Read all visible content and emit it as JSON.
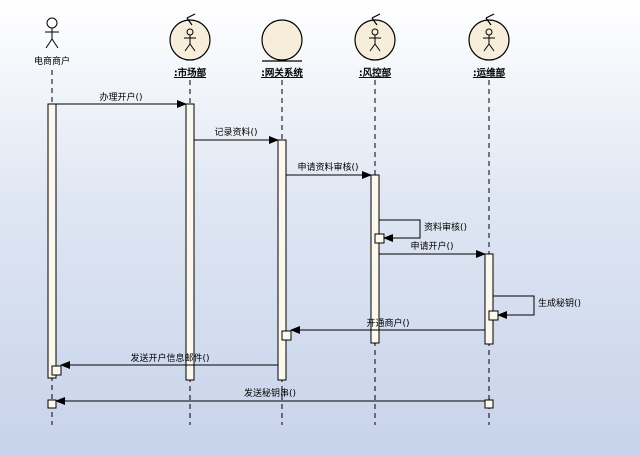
{
  "participants": {
    "merchant": "电商商户",
    "market": ":市场部",
    "gateway": ":网关系统",
    "risk": ":风控部",
    "ops": ":运维部"
  },
  "messages": {
    "m1": "办理开户()",
    "m2": "记录资料()",
    "m3": "申请资料审核()",
    "m4": "资料审核()",
    "m5": "申请开户()",
    "m6": "生成秘钥()",
    "m7": "开通商户()",
    "m8": "发送开户信息邮件()",
    "m9": "发送秘钥串()"
  },
  "colors": {
    "background_top": "#ffffff",
    "background_bottom": "#c7d3ea",
    "activation_fill": "#fdf8ee",
    "participant_fill": "#f6eedb"
  }
}
